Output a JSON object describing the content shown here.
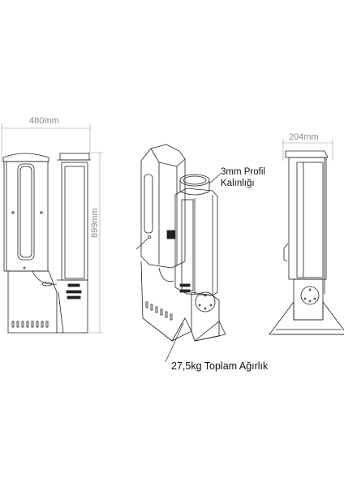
{
  "dimensions": {
    "front_width": "480mm",
    "front_height": "899mm",
    "side_width": "204mm"
  },
  "callouts": {
    "profile_line1": "3mm Profil",
    "profile_line2": "Kalınlığı",
    "weight": "27,5kg Toplam Ağırlık"
  },
  "colors": {
    "line": "#222222",
    "dimension": "#9a9a9a",
    "text": "#111111"
  }
}
